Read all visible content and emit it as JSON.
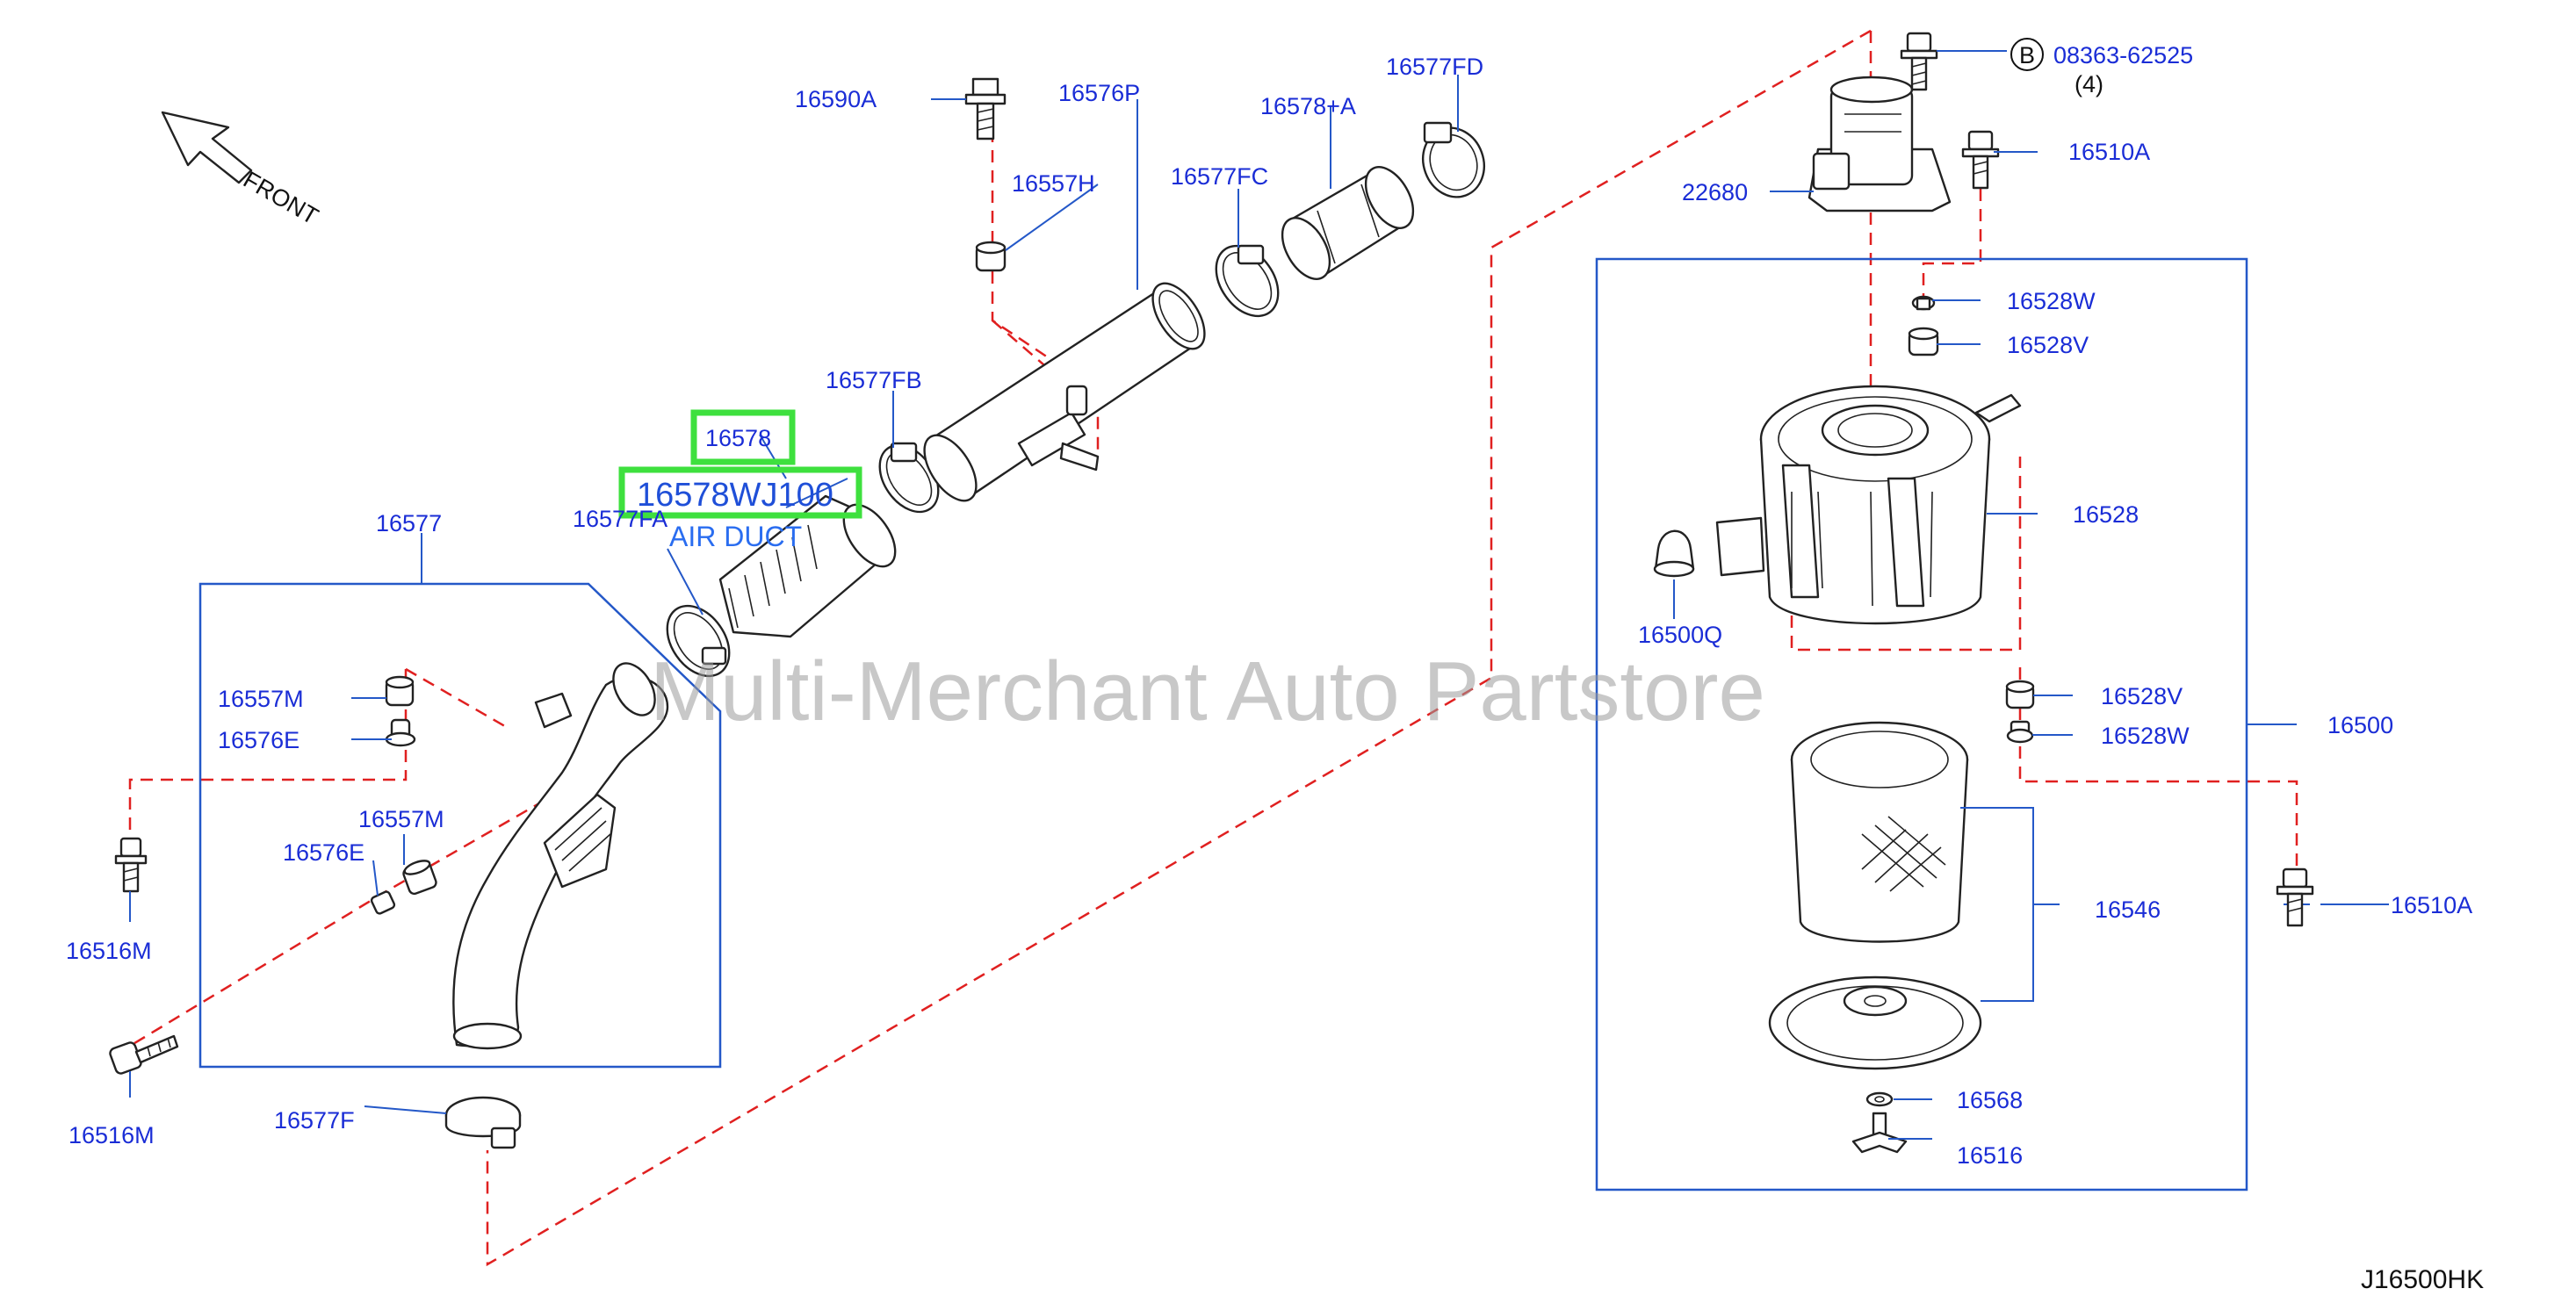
{
  "labels": {
    "p16590A": "16590A",
    "p16576P": "16576P",
    "p16578A": "16578+A",
    "p16577FD": "16577FD",
    "p16557H": "16557H",
    "p16577FC": "16577FC",
    "p16577FB": "16577FB",
    "p16578": "16578",
    "p16578WJ100": "16578WJ100",
    "air_duct": "AIR DUCT",
    "p16577FA": "16577FA",
    "p16577": "16577",
    "p16557M_a": "16557M",
    "p16576E_a": "16576E",
    "p16557M_b": "16557M",
    "p16576E_b": "16576E",
    "p16516M_a": "16516M",
    "p16516M_b": "16516M",
    "p16577F": "16577F",
    "bolt_marker": "B",
    "p08363": "08363-62525",
    "qty4": "(4)",
    "p16510A_a": "16510A",
    "p22680": "22680",
    "p16528W_a": "16528W",
    "p16528V_a": "16528V",
    "p16528": "16528",
    "p16500Q": "16500Q",
    "p16528V_b": "16528V",
    "p16528W_b": "16528W",
    "p16500": "16500",
    "p16510A_b": "16510A",
    "p16546": "16546",
    "p16568": "16568",
    "p16516": "16516",
    "front": "FRONT",
    "diagram_code": "J16500HK"
  },
  "watermark": "Multi-Merchant Auto Partstore",
  "colors": {
    "label_blue": "#1a2dd6",
    "leader_blue": "#2458c8",
    "dashed_red": "#e02020",
    "highlight_green": "#3ee03e"
  }
}
